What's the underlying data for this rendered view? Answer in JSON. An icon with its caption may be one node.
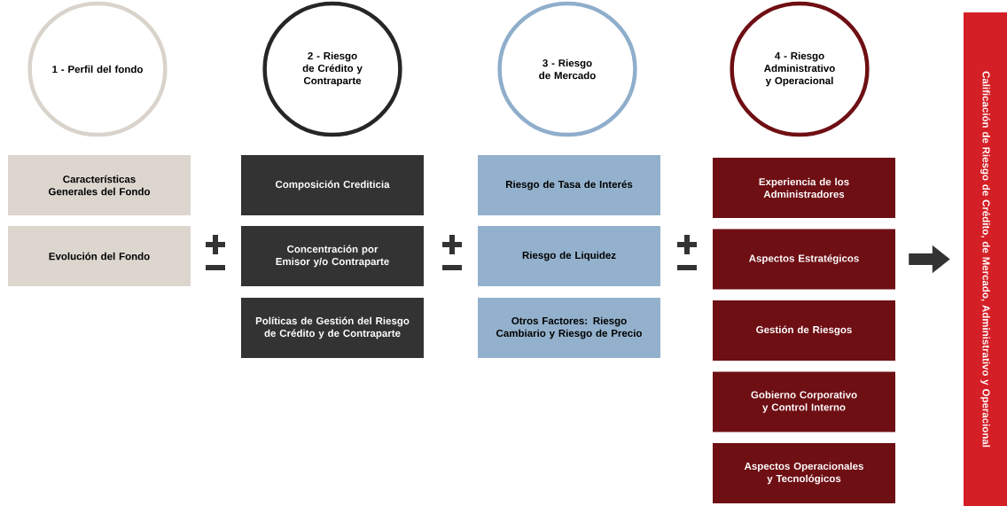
{
  "diagram": {
    "nodes": [
      {
        "text": [
          "1 - Perfil del fondo"
        ]
      },
      {
        "text": [
          "2 - Riesgo de Crédito y Contraparte"
        ]
      },
      {
        "text": [
          "3 - Riesgo de Mercado"
        ]
      },
      {
        "text": [
          "4 - Riesgo Administrativo y Operacional"
        ]
      },
      {
        "text": [
          "Características Generales del Fondo"
        ]
      },
      {
        "text": [
          "Evolución del Fondo"
        ]
      },
      {
        "text": [
          "Composición Crediticia"
        ]
      },
      {
        "text": [
          "Concentración por Emisor y/o Contraparte"
        ]
      },
      {
        "text": [
          "Políticas de Gestión del Riesgo de Crédito y de Contraparte"
        ]
      },
      {
        "text": [
          "Riesgo de Tasa de Interés"
        ]
      },
      {
        "text": [
          "Riesgo de Liquidez"
        ]
      },
      {
        "text": [
          "Otros Factores: Riesgo Cambiario y Riesgo de Precio"
        ]
      },
      {
        "text": [
          "Experiencia de los Administradores"
        ]
      },
      {
        "text": [
          "Aspectos Estratégicos"
        ]
      },
      {
        "text": [
          "Gestión de Riesgos"
        ]
      },
      {
        "text": [
          "Gobierno Corporativo y Control Interno"
        ]
      },
      {
        "text": [
          "Aspectos Operacionales y Tecnológicos"
        ]
      },
      {
        "text": [
          "Calificación de Riesgo de Crédito, de Mercado, Administrativo y Operacional"
        ]
      }
    ],
    "edges": [
      {
        "from": 13,
        "to": 17,
        "arrow": "to"
      }
    ]
  }
}
